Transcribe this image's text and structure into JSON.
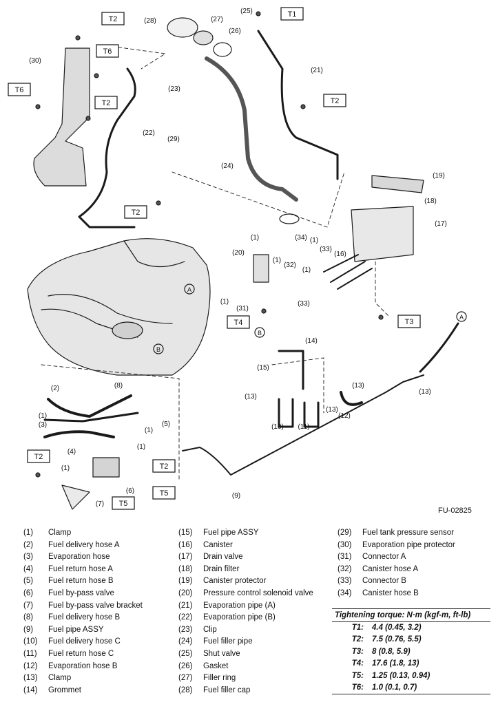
{
  "figure_code": "FU-02825",
  "diagram_labels": {
    "c28": "(28)",
    "c27": "(27)",
    "c26": "(26)",
    "c25": "(25)",
    "c30": "(30)",
    "c23": "(23)",
    "c21": "(21)",
    "c22": "(22)",
    "c29": "(29)",
    "c24": "(24)",
    "c19": "(19)",
    "c18": "(18)",
    "c17": "(17)",
    "c16": "(16)",
    "c1a": "(1)",
    "c34": "(34)",
    "c1b": "(1)",
    "c20": "(20)",
    "c33a": "(33)",
    "c1c": "(1)",
    "c32": "(32)",
    "c1d": "(1)",
    "c1e": "(1)",
    "c31": "(31)",
    "c33b": "(33)",
    "c14": "(14)",
    "c15": "(15)",
    "c13a": "(13)",
    "c13b": "(13)",
    "c13c": "(13)",
    "c13d": "(13)",
    "c10": "(10)",
    "c11": "(11)",
    "c12": "(12)",
    "c8": "(8)",
    "c2": "(2)",
    "c1f": "(1)",
    "c3": "(3)",
    "c5": "(5)",
    "c1g": "(1)",
    "c4": "(4)",
    "c1h": "(1)",
    "c1i": "(1)",
    "c6": "(6)",
    "c7": "(7)",
    "c9": "(9)",
    "markerA": "A",
    "markerB": "B"
  },
  "torque_tags": {
    "t2_top": "T2",
    "t1": "T1",
    "t6_a": "T6",
    "t6_b": "T6",
    "t2_mid": "T2",
    "t2_right": "T2",
    "t2_tank": "T2",
    "t4": "T4",
    "t3": "T3",
    "t2_low": "T2",
    "t2_valve": "T2",
    "t5_a": "T5",
    "t5_b": "T5"
  },
  "legend": [
    [
      {
        "num": "(1)",
        "name": "Clamp"
      },
      {
        "num": "(2)",
        "name": "Fuel delivery hose A"
      },
      {
        "num": "(3)",
        "name": "Evaporation hose"
      },
      {
        "num": "(4)",
        "name": "Fuel return hose A"
      },
      {
        "num": "(5)",
        "name": "Fuel return hose B"
      },
      {
        "num": "(6)",
        "name": "Fuel by-pass valve"
      },
      {
        "num": "(7)",
        "name": "Fuel by-pass valve bracket"
      },
      {
        "num": "(8)",
        "name": "Fuel delivery hose B"
      },
      {
        "num": "(9)",
        "name": "Fuel pipe ASSY"
      },
      {
        "num": "(10)",
        "name": "Fuel delivery hose C"
      },
      {
        "num": "(11)",
        "name": "Fuel return hose C"
      },
      {
        "num": "(12)",
        "name": "Evaporation hose B"
      },
      {
        "num": "(13)",
        "name": "Clamp"
      },
      {
        "num": "(14)",
        "name": "Grommet"
      }
    ],
    [
      {
        "num": "(15)",
        "name": "Fuel pipe ASSY"
      },
      {
        "num": "(16)",
        "name": "Canister"
      },
      {
        "num": "(17)",
        "name": "Drain valve"
      },
      {
        "num": "(18)",
        "name": "Drain filter"
      },
      {
        "num": "(19)",
        "name": "Canister protector"
      },
      {
        "num": "(20)",
        "name": "Pressure control solenoid valve"
      },
      {
        "num": "(21)",
        "name": "Evaporation pipe (A)"
      },
      {
        "num": "(22)",
        "name": "Evaporation pipe (B)"
      },
      {
        "num": "(23)",
        "name": "Clip"
      },
      {
        "num": "(24)",
        "name": "Fuel filler pipe"
      },
      {
        "num": "(25)",
        "name": "Shut valve"
      },
      {
        "num": "(26)",
        "name": "Gasket"
      },
      {
        "num": "(27)",
        "name": "Filler ring"
      },
      {
        "num": "(28)",
        "name": "Fuel filler cap"
      }
    ],
    [
      {
        "num": "(29)",
        "name": "Fuel tank pressure sensor"
      },
      {
        "num": "(30)",
        "name": "Evaporation pipe protector"
      },
      {
        "num": "(31)",
        "name": "Connector A"
      },
      {
        "num": "(32)",
        "name": "Canister hose A"
      },
      {
        "num": "(33)",
        "name": "Connector B"
      },
      {
        "num": "(34)",
        "name": "Canister hose B"
      }
    ]
  ],
  "torque_table": {
    "title": "Tightening torque: N·m (kgf-m, ft-lb)",
    "rows": [
      {
        "key": "T1:",
        "value": "4.4 (0.45, 3.2)"
      },
      {
        "key": "T2:",
        "value": "7.5 (0.76, 5.5)"
      },
      {
        "key": "T3:",
        "value": "8 (0.8, 5.9)"
      },
      {
        "key": "T4:",
        "value": "17.6 (1.8, 13)"
      },
      {
        "key": "T5:",
        "value": "1.25 (0.13, 0.94)"
      },
      {
        "key": "T6:",
        "value": "1.0 (0.1, 0.7)"
      }
    ]
  }
}
